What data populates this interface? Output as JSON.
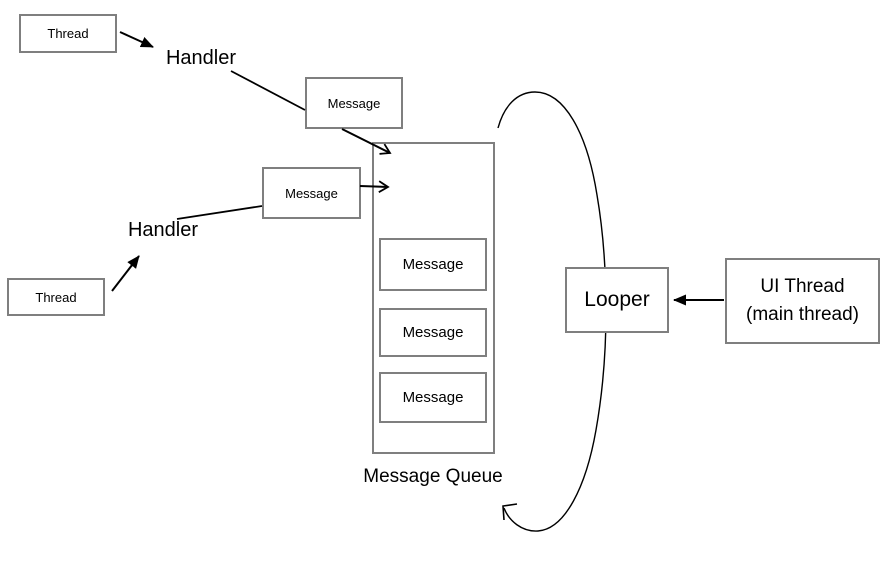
{
  "diagram": {
    "description": "Android message handling diagram: threads post Messages via Handlers into a Message Queue which the Looper on the UI thread cycles through",
    "nodes": {
      "thread_top": {
        "label": "Thread"
      },
      "handler_top": {
        "label": "Handler"
      },
      "message_top": {
        "label": "Message"
      },
      "message_mid": {
        "label": "Message"
      },
      "handler_bottom": {
        "label": "Handler"
      },
      "thread_bottom": {
        "label": "Thread"
      },
      "message_queue": {
        "label": "Message Queue",
        "items": [
          {
            "label": "Message"
          },
          {
            "label": "Message"
          },
          {
            "label": "Message"
          }
        ]
      },
      "looper": {
        "label": "Looper"
      },
      "ui_thread": {
        "line1": "UI Thread",
        "line2": "(main thread)"
      }
    },
    "edges": [
      {
        "from": "thread_top",
        "to": "handler_top",
        "head": "filled-arrow"
      },
      {
        "from": "handler_top",
        "to": "message_top",
        "head": "none"
      },
      {
        "from": "message_top",
        "to": "message_queue",
        "head": "open-arrow"
      },
      {
        "from": "thread_bottom",
        "to": "handler_bottom",
        "head": "filled-arrow"
      },
      {
        "from": "handler_bottom",
        "to": "message_mid",
        "head": "none"
      },
      {
        "from": "message_mid",
        "to": "message_queue",
        "head": "open-arrow"
      },
      {
        "from": "ui_thread",
        "to": "looper",
        "head": "filled-arrow"
      },
      {
        "from": "looper",
        "to": "message_queue",
        "head": "open-arrow",
        "shape": "loop-arc"
      }
    ],
    "colors": {
      "box_border": "#7f7f7f",
      "connector": "#000000",
      "text": "#000000",
      "background": "#ffffff"
    }
  }
}
